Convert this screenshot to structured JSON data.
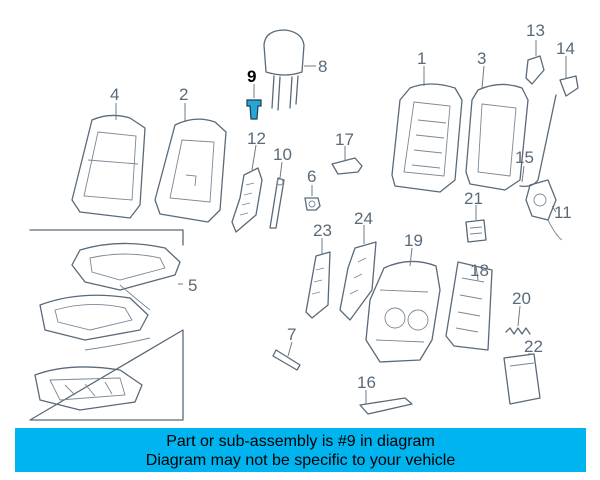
{
  "diagram": {
    "labels": [
      "1",
      "2",
      "3",
      "4",
      "5",
      "6",
      "7",
      "8",
      "9",
      "10",
      "11",
      "12",
      "13",
      "14",
      "15",
      "16",
      "17",
      "18",
      "19",
      "20",
      "21",
      "22",
      "23",
      "24"
    ],
    "highlighted_part": "9",
    "colors": {
      "line": "#5a6a78",
      "highlight": "#27a6d6",
      "banner": "#00b4f0"
    }
  },
  "banner": {
    "line1": "Part or sub-assembly is #9 in diagram",
    "line2": "Diagram may not be specific to your vehicle"
  }
}
